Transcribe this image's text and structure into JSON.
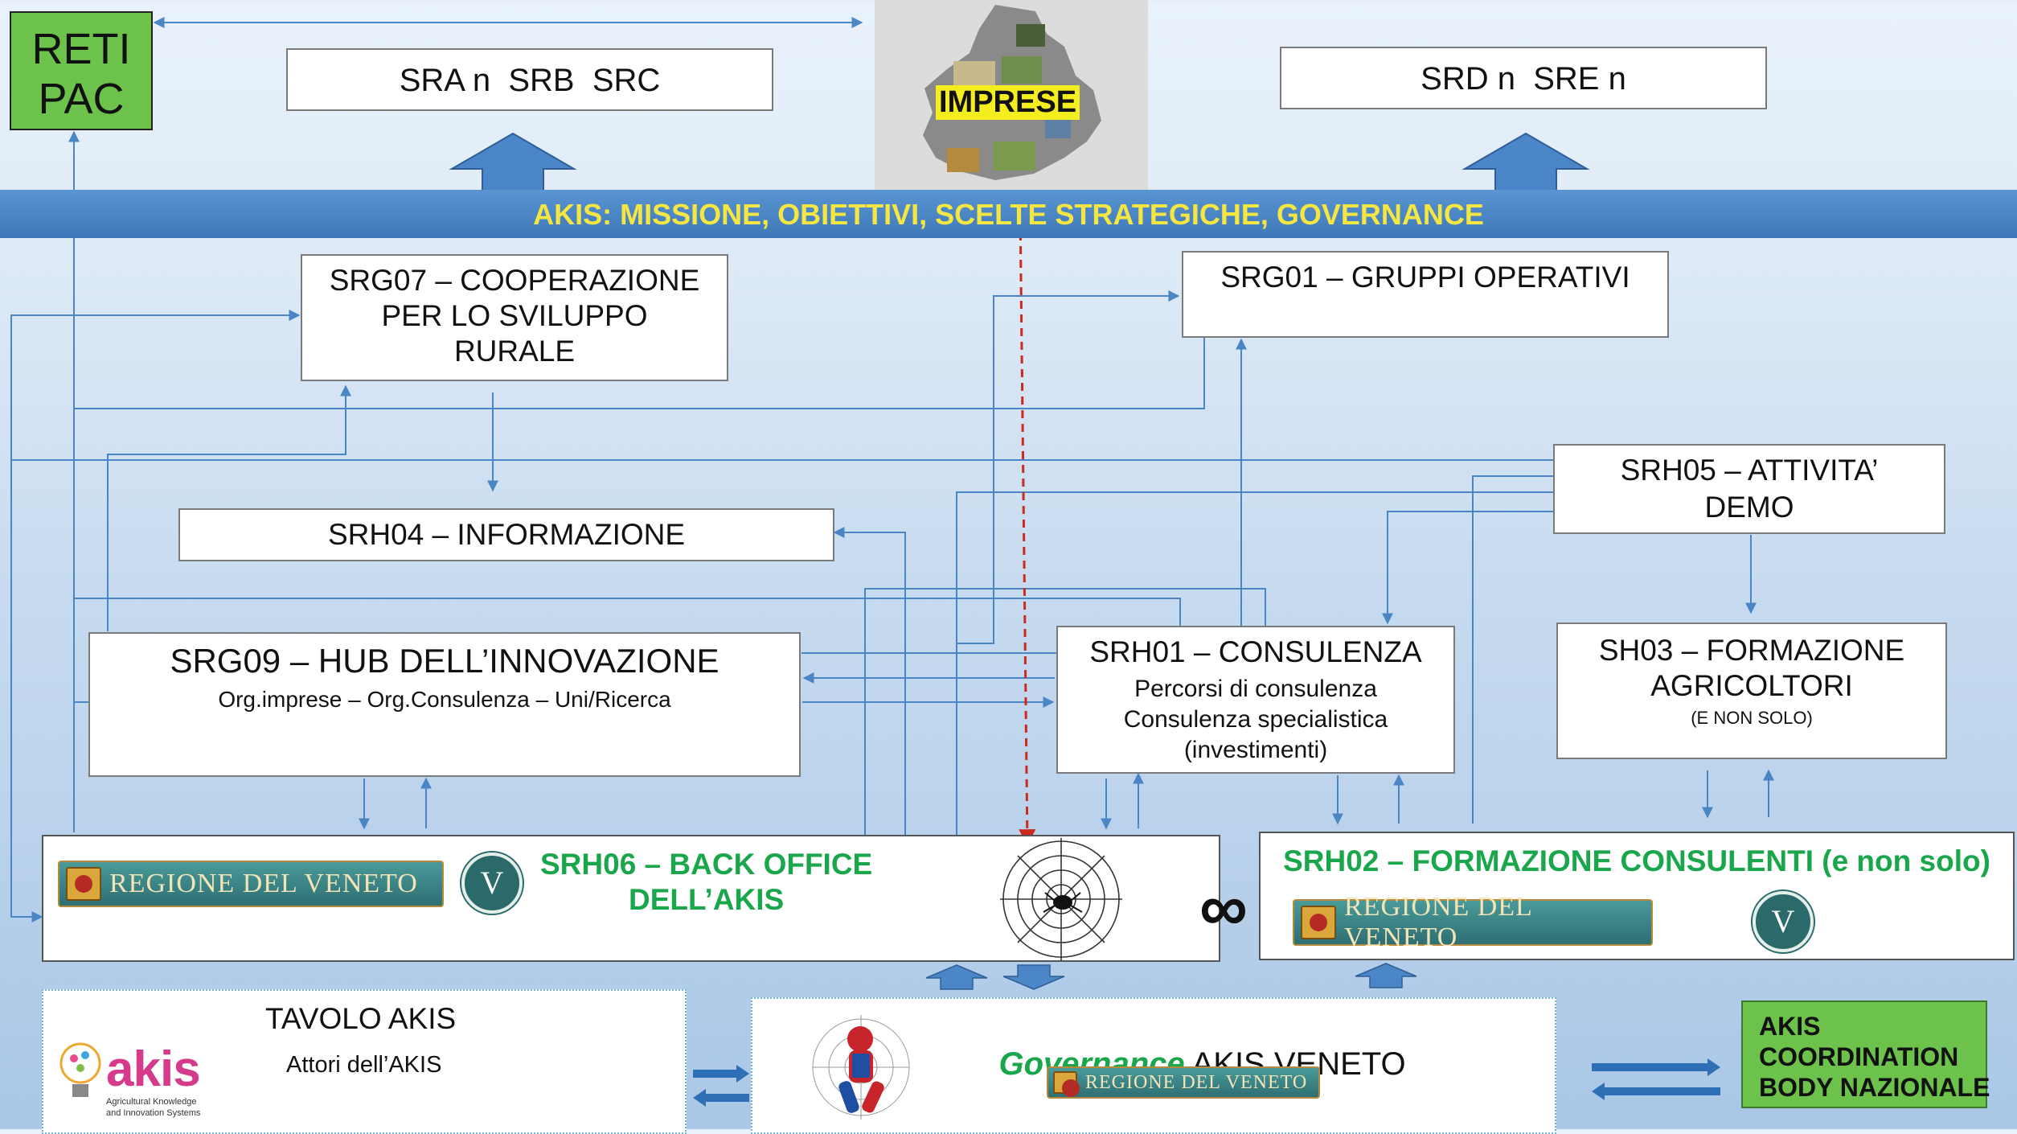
{
  "top_left_box": {
    "line1": "RETI",
    "line2": "PAC"
  },
  "top_boxes": {
    "left": "SRA n  SRB  SRC",
    "right": "SRD n  SRE n"
  },
  "imprese_label": "IMPRESE",
  "banner": "AKIS: MISSIONE, OBIETTIVI, SCELTE STRATEGICHE, GOVERNANCE",
  "srg07": {
    "line1": "SRG07 – COOPERAZIONE",
    "line2": "PER LO SVILUPPO",
    "line3": "RURALE"
  },
  "srg01": "SRG01 – GRUPPI OPERATIVI",
  "srh05": {
    "line1": "SRH05 – ATTIVITA’",
    "line2": "DEMO"
  },
  "srh04": "SRH04 – INFORMAZIONE",
  "srg09": {
    "title": "SRG09 – HUB DELL’INNOVAZIONE",
    "subtitle": "Org.imprese – Org.Consulenza – Uni/Ricerca"
  },
  "srh01": {
    "title": "SRH01 – CONSULENZA",
    "line1": "Percorsi di consulenza",
    "line2": "Consulenza specialistica",
    "line3": "(investimenti)"
  },
  "sh03": {
    "line1": "SH03 – FORMAZIONE",
    "line2": "AGRICOLTORI",
    "line3": "(E NON SOLO)"
  },
  "srh06": {
    "line1": "SRH06 – BACK OFFICE",
    "line2": "DELL’AKIS"
  },
  "srh02": "SRH02 – FORMAZIONE CONSULENTI (e non solo)",
  "regione_logo": "REGIONE DEL VENETO",
  "veneto_logo": "V",
  "infinity": "∞",
  "tavolo": {
    "title": "TAVOLO AKIS",
    "subtitle": "Attori dell’AKIS"
  },
  "akis_logo": {
    "word": "akis",
    "line1": "Agricultural Knowledge",
    "line2": "and Innovation Systems"
  },
  "governance": {
    "italic": "Governance",
    "rest": " AKIS VENETO"
  },
  "coordination": {
    "line1": "AKIS",
    "line2": "COORDINATION",
    "line3": "BODY NAZIONALE"
  },
  "colors": {
    "line": "#4a86c5",
    "banner": "#4a86c8",
    "banner_text": "#f5e642",
    "green_text": "#1aa64a",
    "dashed": "#cc2a1e",
    "green_box": "#6cc24a"
  }
}
